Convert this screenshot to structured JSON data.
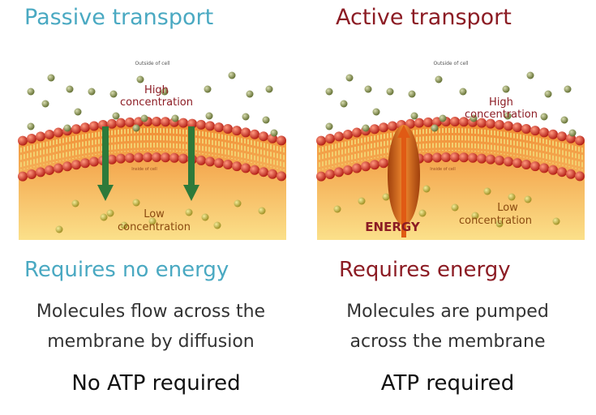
{
  "panels": [
    {
      "title": "Passive transport",
      "outside_label": "Outside of cell",
      "inside_label": "Inside of cell",
      "high_label": [
        "High",
        "concentration"
      ],
      "low_label": [
        "Low",
        "concentration"
      ],
      "heading": "Requires no energy",
      "description": [
        "Molecules flow across the",
        "membrane by diffusion"
      ],
      "atp": "No ATP required",
      "color": "#4aa9c2"
    },
    {
      "title": "Active transport",
      "outside_label": "Outside of cell",
      "inside_label": "Inside of cell",
      "high_label": [
        "High",
        "concentration"
      ],
      "low_label": [
        "Low",
        "concentration"
      ],
      "energy_label": "ENERGY",
      "heading": "Requires energy",
      "description": [
        "Molecules are pumped",
        "across the membrane"
      ],
      "atp": "ATP required",
      "color": "#8c1c24"
    }
  ]
}
